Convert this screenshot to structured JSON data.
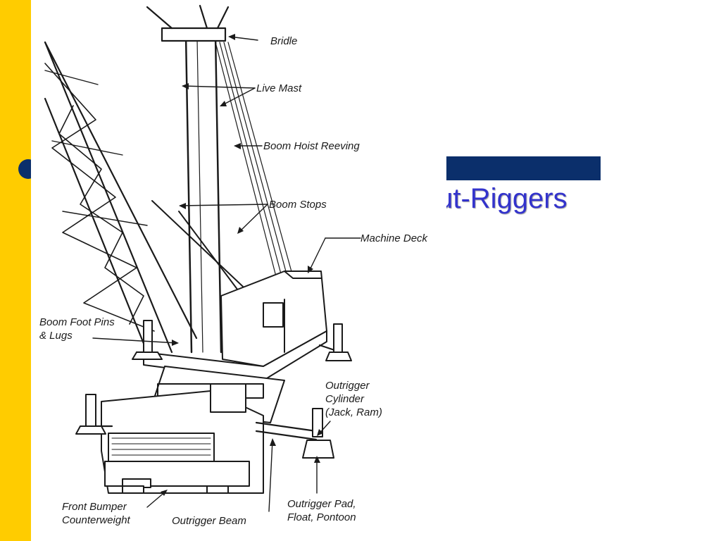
{
  "slide": {
    "title": "Out-Riggers",
    "colors": {
      "side_bar": "#FFCC00",
      "accent_navy": "#0B2F6B",
      "title_text": "#3333CC"
    }
  },
  "diagram": {
    "labels": {
      "bridle": "Bridle",
      "live_mast": "Live Mast",
      "boom_hoist_reeving": "Boom Hoist Reeving",
      "boom_stops": "Boom Stops",
      "machine_deck": "Machine Deck",
      "boom_foot_pins": "Boom Foot Pins\n& Lugs",
      "outrigger_cylinder": "Outrigger\nCylinder\n(Jack, Ram)",
      "outrigger_pad": "Outrigger Pad,\nFloat, Pontoon",
      "front_bumper": "Front Bumper\nCounterweight",
      "outrigger_beam": "Outrigger Beam"
    }
  }
}
